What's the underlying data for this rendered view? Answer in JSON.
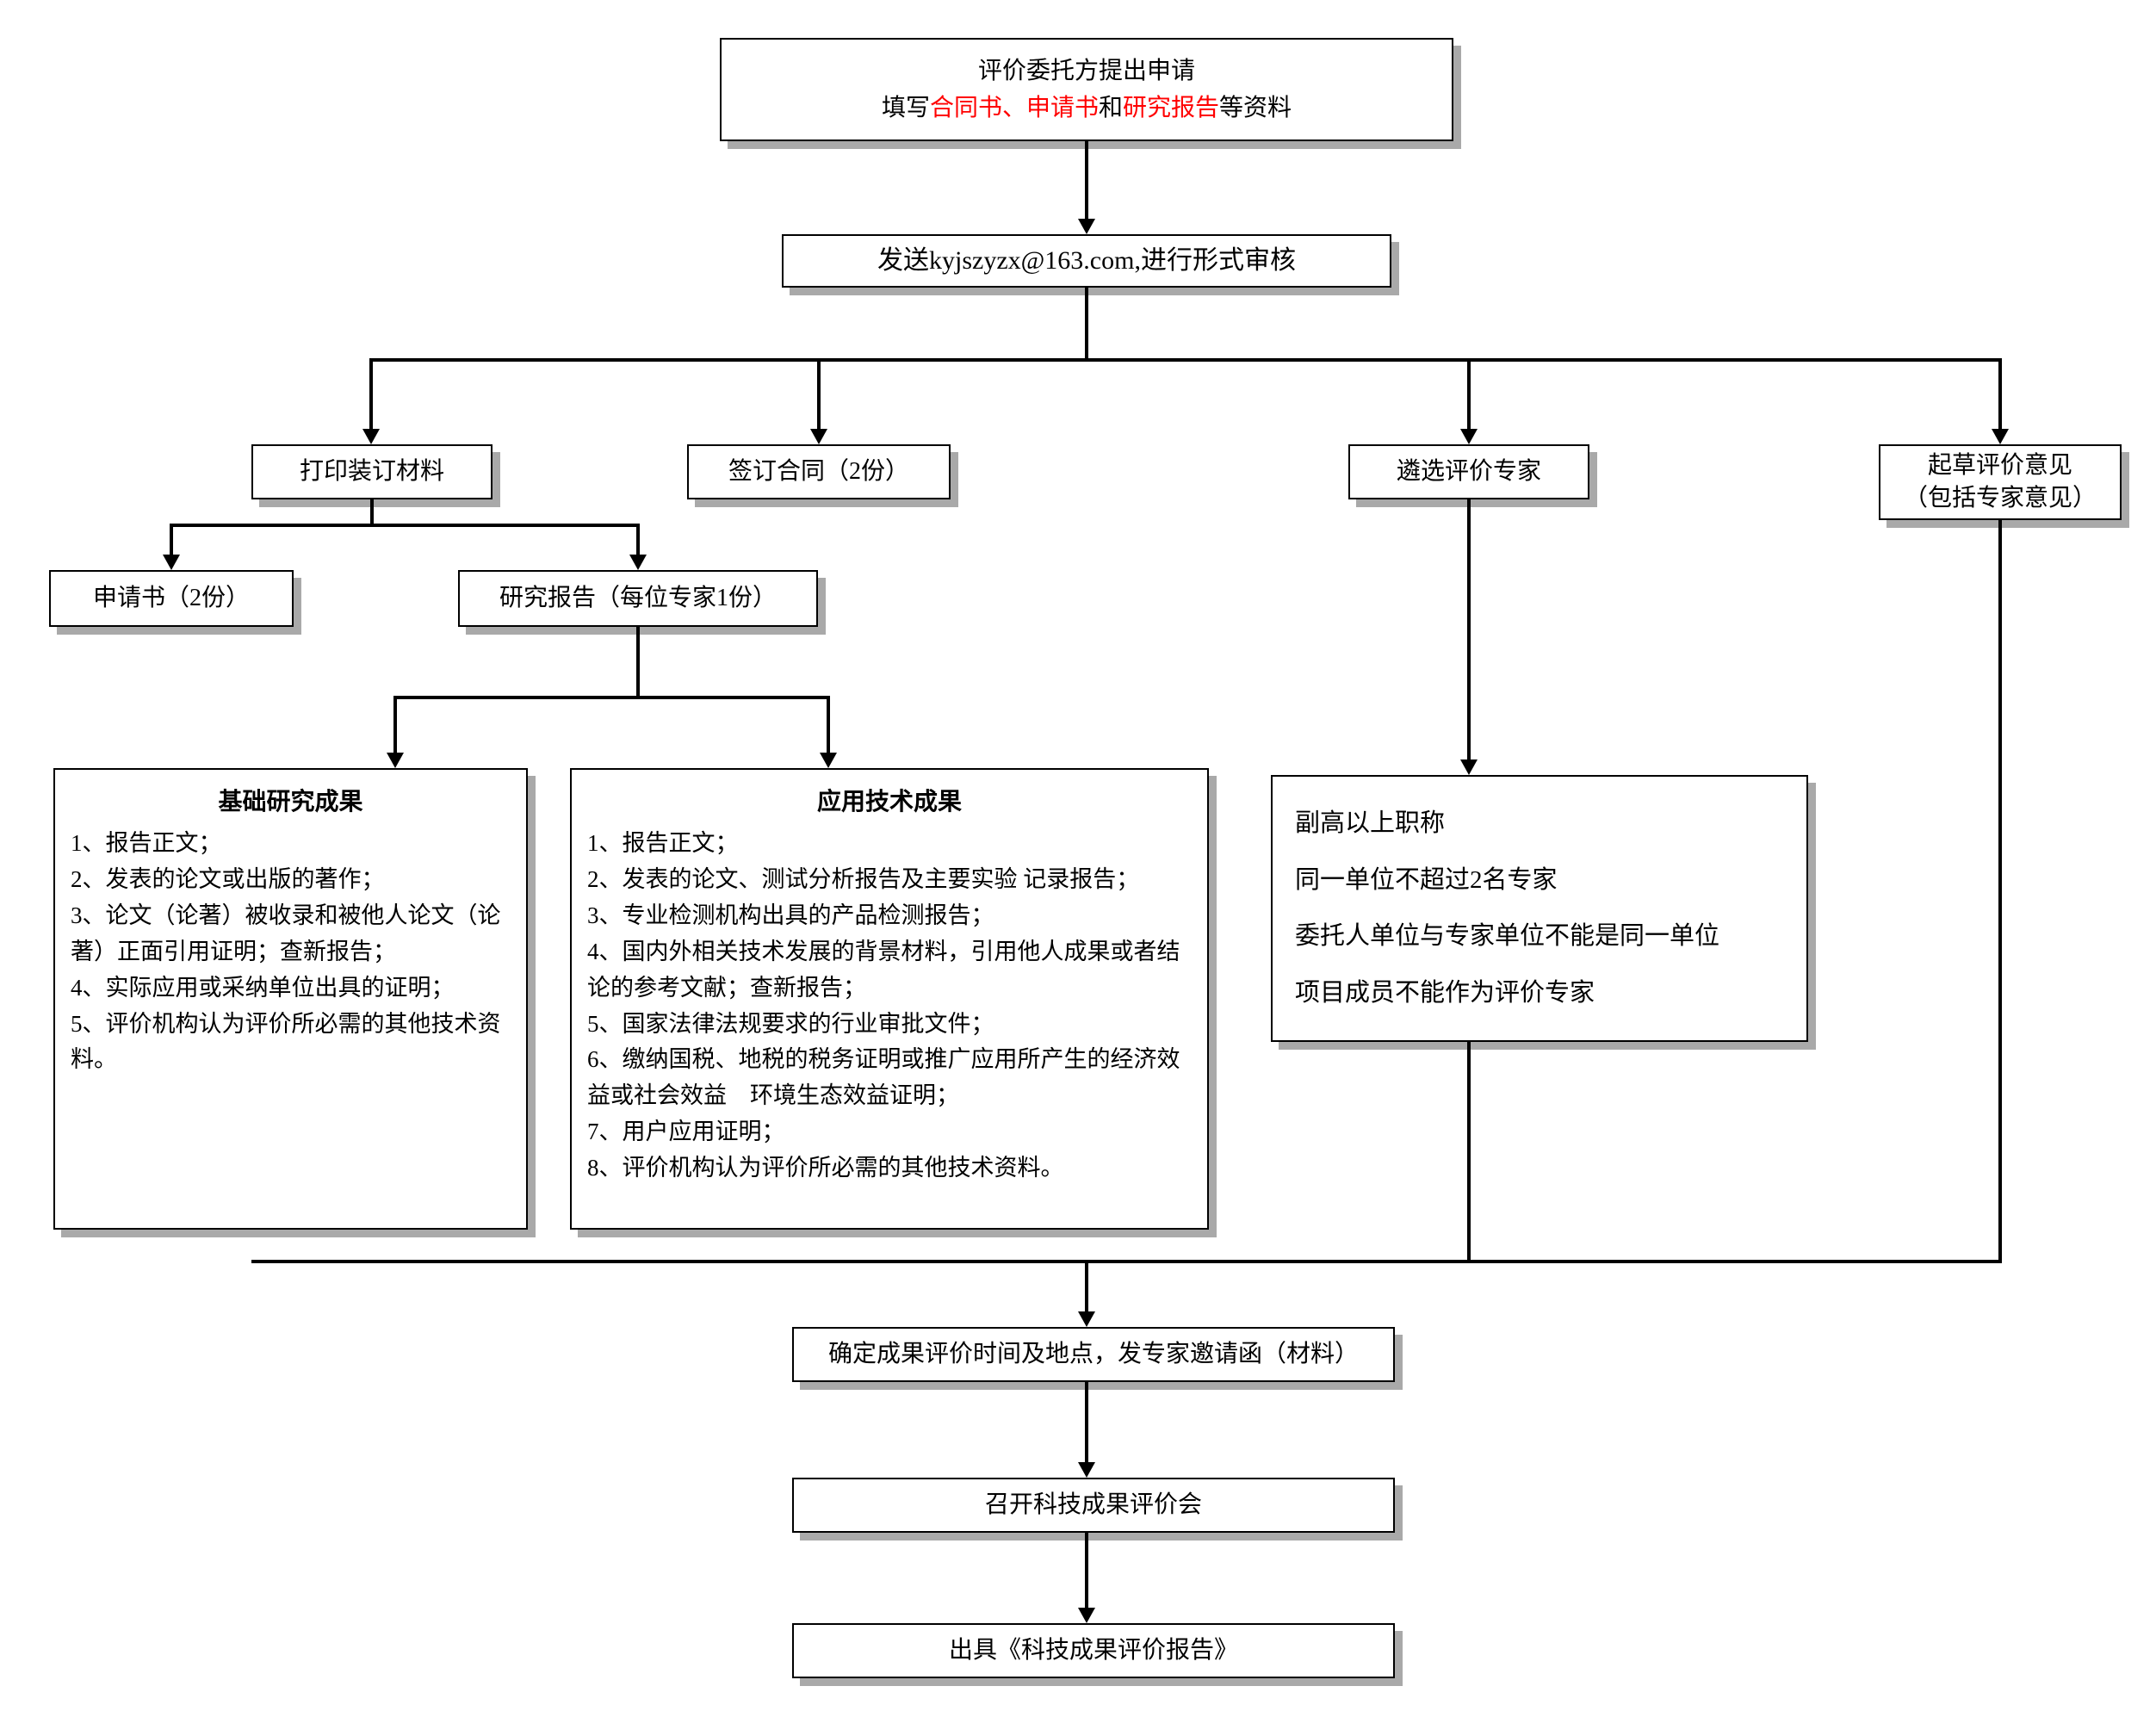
{
  "colors": {
    "red_text": "#ff0000",
    "line": "#000000",
    "box_border": "#000000",
    "box_shadow": "#a9a9a9",
    "background": "#ffffff"
  },
  "nodes": {
    "apply": {
      "line1": "评价委托方提出申请",
      "line2_segments": [
        {
          "text": "填写"
        },
        {
          "text": "合同书、申请书",
          "red": true
        },
        {
          "text": "和"
        },
        {
          "text": "研究报告",
          "red": true
        },
        {
          "text": "等资料"
        }
      ]
    },
    "email_review": "发送kyjszyzx@163.com,进行形式审核",
    "print_materials": "打印装订材料",
    "sign_contract": "签订合同（2份）",
    "select_experts": "遴选评价专家",
    "draft_opinion": {
      "line1": "起草评价意见",
      "line2": "（包括专家意见）"
    },
    "application_form": "申请书（2份）",
    "research_report": "研究报告（每位专家1份）",
    "basic_research": {
      "title": "基础研究成果",
      "items": [
        "1、报告正文；",
        "2、发表的论文或出版的著作；",
        "3、论文（论著）被收录和被他人论文（论著）正面引用证明；查新报告；",
        "4、实际应用或采纳单位出具的证明；",
        "5、评价机构认为评价所必需的其他技术资料。"
      ]
    },
    "applied_technology": {
      "title": "应用技术成果",
      "items": [
        "1、报告正文；",
        "2、发表的论文、测试分析报告及主要实验 记录报告；",
        "3、专业检测机构出具的产品检测报告；",
        "4、国内外相关技术发展的背景材料，引用他人成果或者结论的参考文献；查新报告；",
        "5、国家法律法规要求的行业审批文件；",
        "6、缴纳国税、地税的税务证明或推广应用所产生的经济效益或社会效益　环境生态效益证明；",
        "7、用户应用证明；",
        "8、评价机构认为评价所必需的其他技术资料。"
      ]
    },
    "expert_requirements": {
      "items": [
        "副高以上职称",
        "同一单位不超过2名专家",
        "委托人单位与专家单位不能是同一单位",
        "项目成员不能作为评价专家"
      ]
    },
    "schedule": "确定成果评价时间及地点，发专家邀请函（材料）",
    "meeting": "召开科技成果评价会",
    "final_report": "出具《科技成果评价报告》"
  }
}
